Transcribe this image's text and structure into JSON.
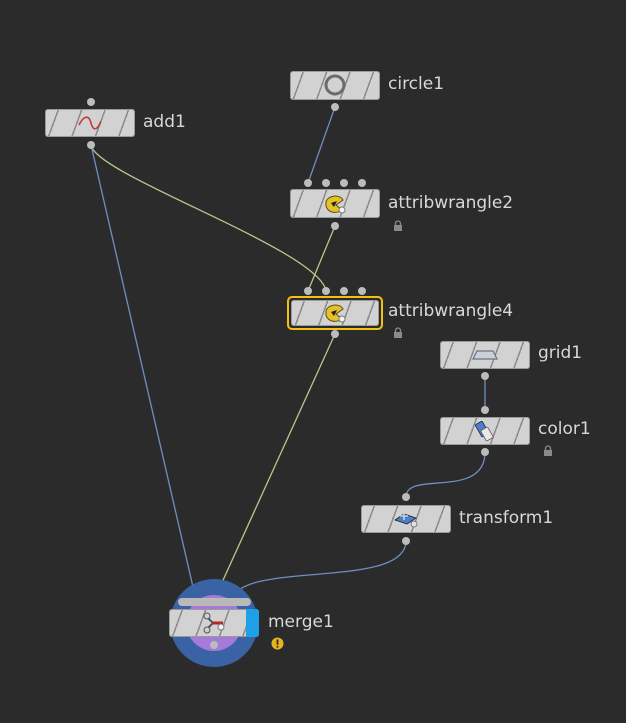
{
  "app": "Houdini SOP Network Editor",
  "colors": {
    "background": "#2b2b2b",
    "node_body": "#d2d2d2",
    "selected_outline": "#f2c211",
    "wire_blue": "#6f8fbf",
    "wire_green": "#b6c98a",
    "label_text": "#d8d8d8",
    "connector": "#bcbcbc",
    "warning": "#e2b61c",
    "display_flag": "#1ea0e6"
  },
  "nodes": {
    "circle1": {
      "label": "circle1",
      "icon": "circle-icon"
    },
    "add1": {
      "label": "add1",
      "icon": "curve-icon"
    },
    "attribwrangle2": {
      "label": "attribwrangle2",
      "icon": "wrangle-icon",
      "locked": true
    },
    "attribwrangle4": {
      "label": "attribwrangle4",
      "icon": "wrangle-icon",
      "locked": true,
      "selected": true
    },
    "grid1": {
      "label": "grid1",
      "icon": "grid-icon"
    },
    "color1": {
      "label": "color1",
      "icon": "color-icon",
      "locked": true
    },
    "transform1": {
      "label": "transform1",
      "icon": "transform-icon"
    },
    "merge1": {
      "label": "merge1",
      "icon": "merge-icon",
      "warning": true,
      "display_flag": true
    }
  }
}
